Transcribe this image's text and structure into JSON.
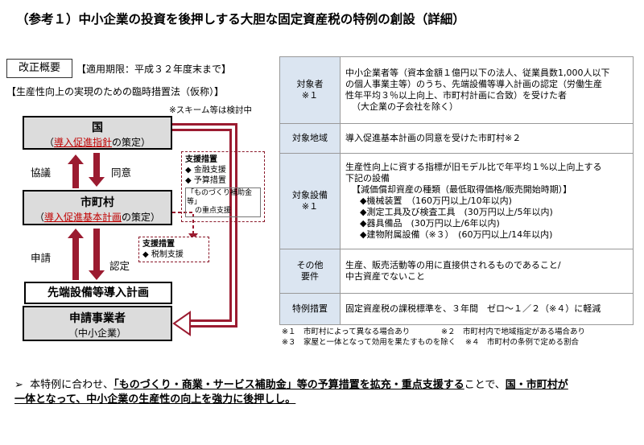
{
  "title": "（参考１）中小企業の投資を後押しする大胆な固定資産税の特例の創設（詳細）",
  "tag": "改正概要",
  "period": "【適用期限：平成３２年度末まで】",
  "law": "【生産性向上の実現のための臨時措置法（仮称）】",
  "scheme_note": "※スキーム等は検討中",
  "kuni": {
    "name": "国",
    "red": "導入促進指針",
    "after": "の策定）",
    "open": "（"
  },
  "shi": {
    "name": "市町村",
    "red": "導入促進基本計画",
    "after": "の策定）",
    "open": "（"
  },
  "labels": {
    "kyogi": "協議",
    "doi": "同意",
    "shinsei": "申請",
    "nintei": "認定"
  },
  "plan": "先端設備等導入計画",
  "applicant": {
    "name": "申請事業者",
    "sub": "（中小企業）"
  },
  "support1": {
    "title": "支援措置",
    "item1": "◆ 金融支援",
    "item2": "◆ 予算措置",
    "sub1": "「ものづくり補助金等」",
    "sub2": "の重点支援"
  },
  "support2": {
    "title": "支援措置",
    "item1": "◆ 税制支援"
  },
  "table": {
    "r1": {
      "h1": "対象者",
      "h2": "※１",
      "l1": "中小企業者等（資本金額１億円以下の法人、従業員数1,000人以下",
      "l2": "の個人事業主等）のうち、先端設備等導入計画の認定（労働生産",
      "l3": "性年平均３％以上向上、市町村計画に合致）を受けた者",
      "l4": "（大企業の子会社を除く）"
    },
    "r2": {
      "h1": "対象地域",
      "l1": "導入促進基本計画の同意を受けた市町村※２"
    },
    "r3": {
      "h1": "対象設備",
      "h2": "※１",
      "l1": "生産性向上に資する指標が旧モデル比で年平均１%以上向上する",
      "l2": "下記の設備",
      "l3": "【減価償却資産の種類（最低取得価格/販売開始時期）】",
      "i1": "◆機械装置　（160万円以上/10年以内)",
      "i2": "◆測定工具及び検査工具　(30万円以上/5年以内)",
      "i3": "◆器具備品　(30万円以上/6年以内)",
      "i4": "◆建物附属設備（※３）　(60万円以上/14年以内)"
    },
    "r4": {
      "h1": "その他",
      "h2": "要件",
      "l1": "生産、販売活動等の用に直接供されるものであること/",
      "l2": "中古資産でないこと"
    },
    "r5": {
      "h1": "特例措置",
      "l1": "固定資産税の課税標準を、３年間　ゼロ～１／２（※４）に軽減"
    }
  },
  "notes": {
    "n1": "※１　市町村によって異なる場合あり",
    "n2": "※２　市町村内で地域指定がある場合あり",
    "n3": "※３　家屋と一体となって効用を果たすものを除く",
    "n4": "※４　市町村の条例で定める割合"
  },
  "bottom": {
    "bullet": "➢",
    "p1": "本特例に合わせ、",
    "p2": "「ものづくり・商業・サービス補助金」等の予算措置を拡充・重点支援する",
    "p3": "ことで、",
    "p4": "国・市町村が",
    "p5": "一体となって、中小企業の生産性の向上を強力に後押しし。"
  },
  "colors": {
    "arrow": "#9b1b30",
    "gray": "#dcdcdc",
    "header": "#dbe5f1",
    "red": "#c00000"
  }
}
